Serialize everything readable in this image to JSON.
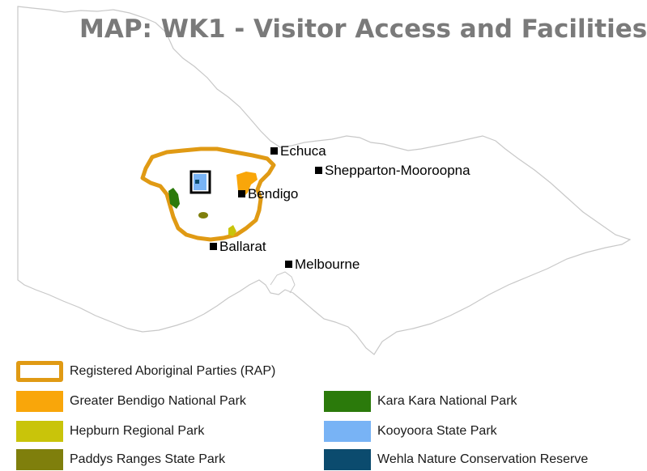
{
  "title": "MAP: WK1 - Visitor Access and Facilities",
  "towns": [
    {
      "name": "Echuca"
    },
    {
      "name": "Shepparton-Mooroopna"
    },
    {
      "name": "Bendigo"
    },
    {
      "name": "Ballarat"
    },
    {
      "name": "Melbourne"
    }
  ],
  "legend": [
    {
      "label": "Registered Aboriginal Parties (RAP)",
      "color": "#e09a14",
      "style": "outline"
    },
    {
      "label": "Greater Bendigo National Park",
      "color": "#f9a60a",
      "style": "fill"
    },
    {
      "label": "Hepburn Regional Park",
      "color": "#c9c40a",
      "style": "fill"
    },
    {
      "label": "Paddys Ranges State Park",
      "color": "#7f7f0c",
      "style": "fill"
    },
    {
      "label": "Kara Kara National Park",
      "color": "#2b7a0b",
      "style": "fill"
    },
    {
      "label": "Kooyoora State Park",
      "color": "#78b3f5",
      "style": "fill"
    },
    {
      "label": "Wehla Nature Conservation Reserve",
      "color": "#0b4b6e",
      "style": "fill"
    }
  ]
}
